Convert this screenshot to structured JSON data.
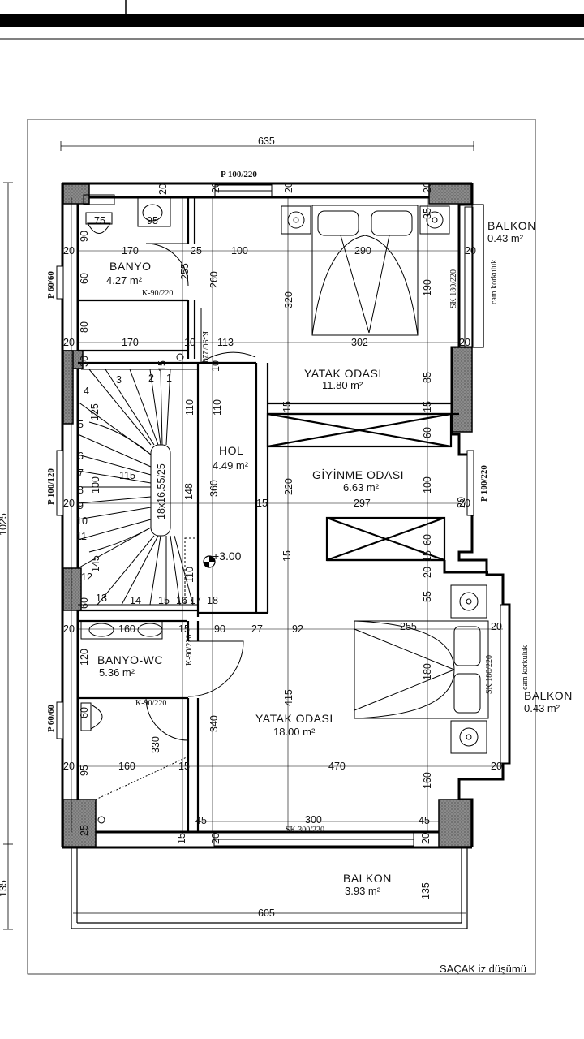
{
  "rooms": {
    "banyo": {
      "name": "BANYO",
      "area": "4.27 m²"
    },
    "yatak1": {
      "name": "YATAK ODASI",
      "area": "11.80 m²"
    },
    "hol": {
      "name": "HOL",
      "area": "4.49 m²"
    },
    "giyinme": {
      "name": "GİYİNME ODASI",
      "area": "6.63 m²"
    },
    "banyowc": {
      "name": "BANYO-WC",
      "area": "5.36 m²"
    },
    "yatak2": {
      "name": "YATAK ODASI",
      "area": "18.00 m²"
    },
    "balkon1": {
      "name": "BALKON",
      "area": "0.43 m²"
    },
    "balkon2": {
      "name": "BALKON",
      "area": "0.43 m²"
    },
    "balkon3": {
      "name": "BALKON",
      "area": "3.93 m²"
    }
  },
  "openings": {
    "p100_top": "P 100/220",
    "p60_1": "P 60/60",
    "p60_2": "P 60/60",
    "p100_left": "P 100/120",
    "p100_right": "P 100/220",
    "k90_banyo": "K-90/220",
    "k90_hol": "K-90/220",
    "k90_hol2": "K-90/220",
    "k90_wc": "K-90/220",
    "sk180_1": "SK 180/220",
    "sk180_2": "SK 180/220",
    "sk300": "SK 300/220",
    "cam1": "cam korkuluk",
    "cam2": "cam korkuluk"
  },
  "stair": {
    "spec": "18x16.55/25",
    "steps": [
      "1",
      "2",
      "3",
      "4",
      "5",
      "6",
      "7",
      "8",
      "9",
      "10",
      "11",
      "12",
      "13",
      "14",
      "15",
      "16",
      "17",
      "18"
    ]
  },
  "level": "+3.00",
  "eave_note": "SAÇAK iz düşümü",
  "dims": {
    "top_total": "635",
    "bottom_total": "605",
    "left_total": "1025",
    "left_balcony": "135",
    "d75": "75",
    "d95a": "95",
    "d170a": "170",
    "d170b": "170",
    "d25": "25",
    "d100a": "100",
    "d290": "290",
    "d302": "302",
    "d113": "113",
    "d10a": "10",
    "d10b": "10",
    "d260": "260",
    "d320": "320",
    "d190": "190",
    "d255a": "255",
    "d60a": "60",
    "d80": "80",
    "d30": "30",
    "d20a": "20",
    "d20b": "20",
    "d20c": "20",
    "d20d": "20",
    "d20e": "20",
    "d20f": "20",
    "d20g": "20",
    "d20h": "20",
    "d20i": "20",
    "d20j": "20",
    "d20k": "20",
    "d20l": "20",
    "d20m": "20",
    "d20n": "20",
    "d20o": "20",
    "d20p": "20",
    "d20q": "20",
    "d35": "35",
    "d90a": "90",
    "d110a": "110",
    "d110b": "110",
    "d110c": "110",
    "d125": "125",
    "d115": "115",
    "d100b": "100",
    "d148": "148",
    "d360": "360",
    "d145": "145",
    "d85": "85",
    "d15a": "15",
    "d15b": "15",
    "d15c": "15",
    "d15d": "15",
    "d15e": "15",
    "d15f": "15",
    "d15g": "15",
    "d15h": "15",
    "d15i": "15",
    "d60b": "60",
    "d60c": "60",
    "d60d": "60",
    "d220": "220",
    "d297": "297",
    "d100c": "100",
    "d160a": "160",
    "d160b": "160",
    "d160c": "160",
    "d90b": "90",
    "d27": "27",
    "d92": "92",
    "d255b": "255",
    "d120": "120",
    "d180": "180",
    "d415": "415",
    "d340": "340",
    "d330": "330",
    "d95b": "95",
    "d470": "470",
    "d45a": "45",
    "d45b": "45",
    "d300": "300",
    "d135": "135",
    "d55": "55",
    "d25b": "25",
    "d60e": "60",
    "d20r": "20"
  }
}
